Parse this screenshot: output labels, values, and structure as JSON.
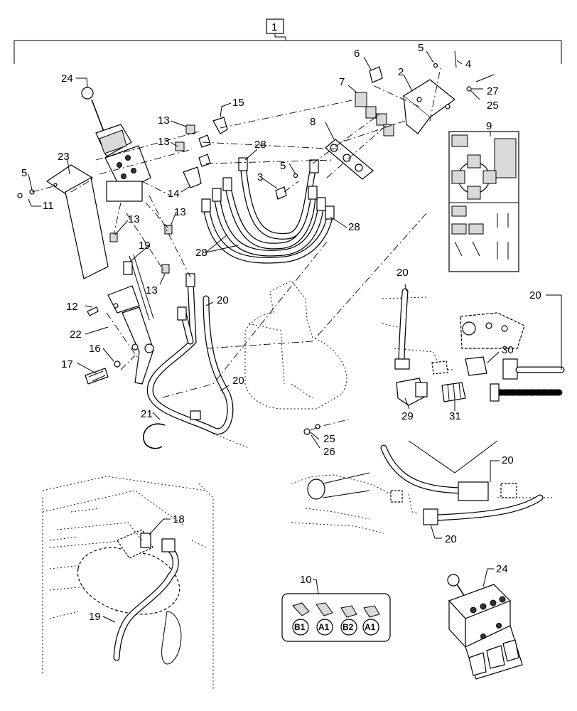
{
  "assembly_box": {
    "label": "1"
  },
  "callouts": [
    {
      "id": "c2",
      "label": "2"
    },
    {
      "id": "c3",
      "label": "3"
    },
    {
      "id": "c4",
      "label": "4"
    },
    {
      "id": "c5a",
      "label": "5"
    },
    {
      "id": "c5b",
      "label": "5"
    },
    {
      "id": "c5c",
      "label": "5"
    },
    {
      "id": "c6",
      "label": "6"
    },
    {
      "id": "c7",
      "label": "7"
    },
    {
      "id": "c8",
      "label": "8"
    },
    {
      "id": "c9",
      "label": "9"
    },
    {
      "id": "c10",
      "label": "10"
    },
    {
      "id": "c11",
      "label": "11"
    },
    {
      "id": "c12",
      "label": "12"
    },
    {
      "id": "c13a",
      "label": "13"
    },
    {
      "id": "c13b",
      "label": "13"
    },
    {
      "id": "c13c",
      "label": "13"
    },
    {
      "id": "c13d",
      "label": "13"
    },
    {
      "id": "c14",
      "label": "14"
    },
    {
      "id": "c15",
      "label": "15"
    },
    {
      "id": "c16",
      "label": "16"
    },
    {
      "id": "c17",
      "label": "17"
    },
    {
      "id": "c18",
      "label": "18"
    },
    {
      "id": "c19a",
      "label": "19"
    },
    {
      "id": "c19b",
      "label": "19"
    },
    {
      "id": "c20a",
      "label": "20"
    },
    {
      "id": "c20b",
      "label": "20"
    },
    {
      "id": "c20c",
      "label": "20"
    },
    {
      "id": "c20d",
      "label": "20"
    },
    {
      "id": "c20e",
      "label": "20"
    },
    {
      "id": "c20f",
      "label": "20"
    },
    {
      "id": "c21",
      "label": "21"
    },
    {
      "id": "c22",
      "label": "22"
    },
    {
      "id": "c23",
      "label": "23"
    },
    {
      "id": "c24a",
      "label": "24"
    },
    {
      "id": "c24b",
      "label": "24"
    },
    {
      "id": "c25a",
      "label": "25"
    },
    {
      "id": "c25b",
      "label": "25"
    },
    {
      "id": "c26",
      "label": "26"
    },
    {
      "id": "c27",
      "label": "27"
    },
    {
      "id": "c28a",
      "label": "28"
    },
    {
      "id": "c28b",
      "label": "28"
    },
    {
      "id": "c28c",
      "label": "28"
    },
    {
      "id": "c29",
      "label": "29"
    },
    {
      "id": "c30",
      "label": "30"
    },
    {
      "id": "c31",
      "label": "31"
    }
  ],
  "decal_10": {
    "labels": [
      "B1",
      "A1",
      "B2",
      "A1"
    ]
  }
}
